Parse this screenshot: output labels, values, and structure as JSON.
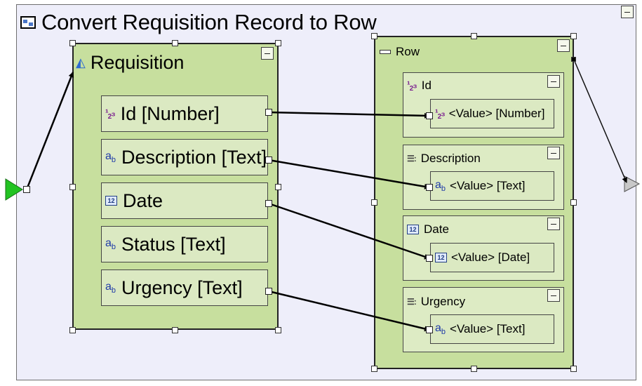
{
  "outer": {
    "title": "Convert Requisition Record to Row",
    "icon": "frame-icon"
  },
  "source": {
    "title": "Requisition",
    "icon": "record-icon",
    "fields": [
      {
        "icon": "number-icon",
        "label": "Id [Number]"
      },
      {
        "icon": "text-icon",
        "label": "Description [Text]"
      },
      {
        "icon": "date-icon",
        "label": "Date"
      },
      {
        "icon": "text-icon",
        "label": "Status [Text]"
      },
      {
        "icon": "text-icon",
        "label": "Urgency [Text]"
      }
    ]
  },
  "target": {
    "title": "Row",
    "icon": "row-icon",
    "columns": [
      {
        "icon": "number-icon",
        "label": "Id",
        "value_icon": "number-icon",
        "value": "<Value> [Number]"
      },
      {
        "icon": "list-icon",
        "label": "Description",
        "value_icon": "text-icon",
        "value": "<Value> [Text]"
      },
      {
        "icon": "date-icon",
        "label": "Date",
        "value_icon": "date-icon",
        "value": "<Value> [Date]"
      },
      {
        "icon": "list-icon",
        "label": "Urgency",
        "value_icon": "text-icon",
        "value": "<Value> [Text]"
      }
    ]
  },
  "mappings": [
    {
      "from": "Id [Number]",
      "to": "Id"
    },
    {
      "from": "Description [Text]",
      "to": "Description"
    },
    {
      "from": "Date",
      "to": "Date"
    },
    {
      "from": "Urgency [Text]",
      "to": "Urgency"
    }
  ],
  "colors": {
    "panel": "#eeeefa",
    "box": "#c7df9e",
    "inner": "#ddebc4",
    "input_port": "#22c322",
    "output_port": "#c8c8c8",
    "wire": "#000000"
  }
}
